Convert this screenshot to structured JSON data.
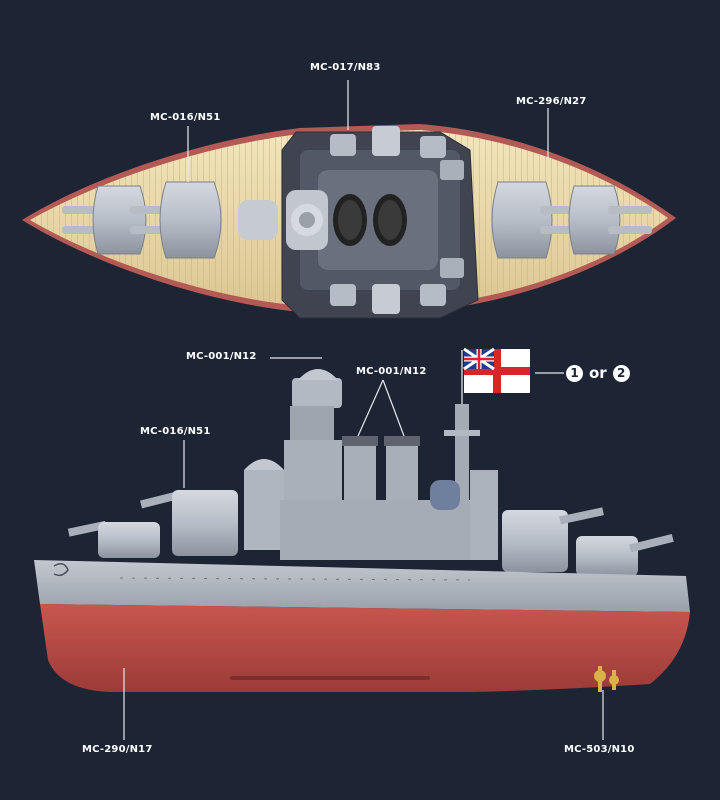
{
  "callouts": {
    "top_turret_fwd": "MC-016/N51",
    "top_superstructure": "MC-017/N83",
    "top_turret_aft": "MC-296/N27",
    "side_mast_top": "MC-001/N12",
    "side_funnels": "MC-001/N12",
    "side_turret": "MC-016/N51",
    "side_hull": "MC-290/N17",
    "side_propeller": "MC-503/N10"
  },
  "flag_note": {
    "option_a": "1",
    "separator": "or",
    "option_b": "2"
  },
  "colors": {
    "background": "#1d2534",
    "deck_wood": "#e7d6a4",
    "hull_gray": "#a9afb9",
    "hull_red": "#b34a45",
    "superstructure_dark": "#4a4f5c"
  }
}
